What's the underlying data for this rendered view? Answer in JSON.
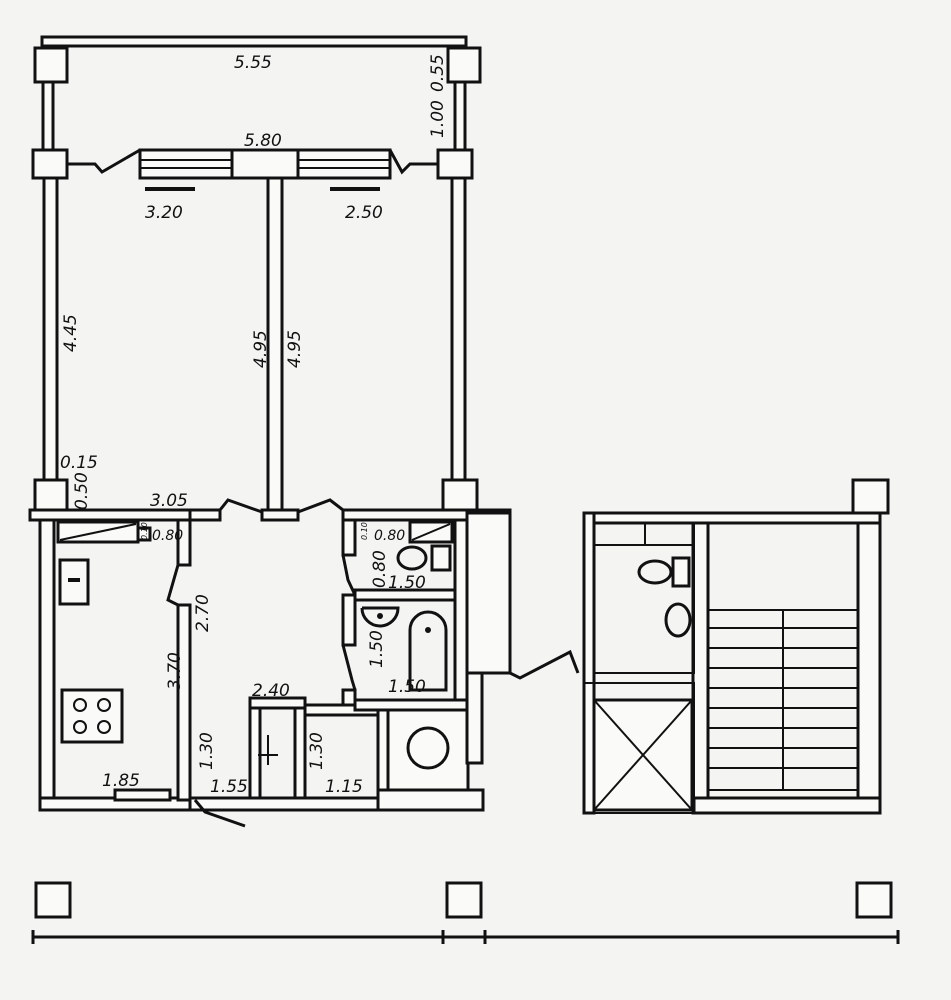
{
  "title": "Apartment floor plan",
  "dimensions": {
    "balcony_length": "5.55",
    "balcony_edge": "0.55",
    "balcony_depth": "1.00",
    "facade_width": "5.80",
    "window_left": "3.20",
    "window_right": "2.50",
    "room_left_depth": "4.45",
    "room_left_depth_inner": "4.95",
    "room_right_depth": "4.95",
    "pier_015": "0.15",
    "pier_050": "0.50",
    "room_left_width": "3.05",
    "kitchen_vent_a": "0.10",
    "kitchen_vent_b": "0.80",
    "wc_vent_a": "0.10",
    "wc_vent_b": "0.80",
    "wc_depth": "0.80",
    "wc_width": "1.50",
    "hall_length": "2.70",
    "kitchen_depth": "3.70",
    "bath_depth": "1.50",
    "bath_width": "1.50",
    "hall_width": "2.40",
    "entry_depth": "1.30",
    "closet_depth": "1.30",
    "entry_width": "1.55",
    "closet_width": "1.15",
    "kitchen_width": "1.85"
  }
}
